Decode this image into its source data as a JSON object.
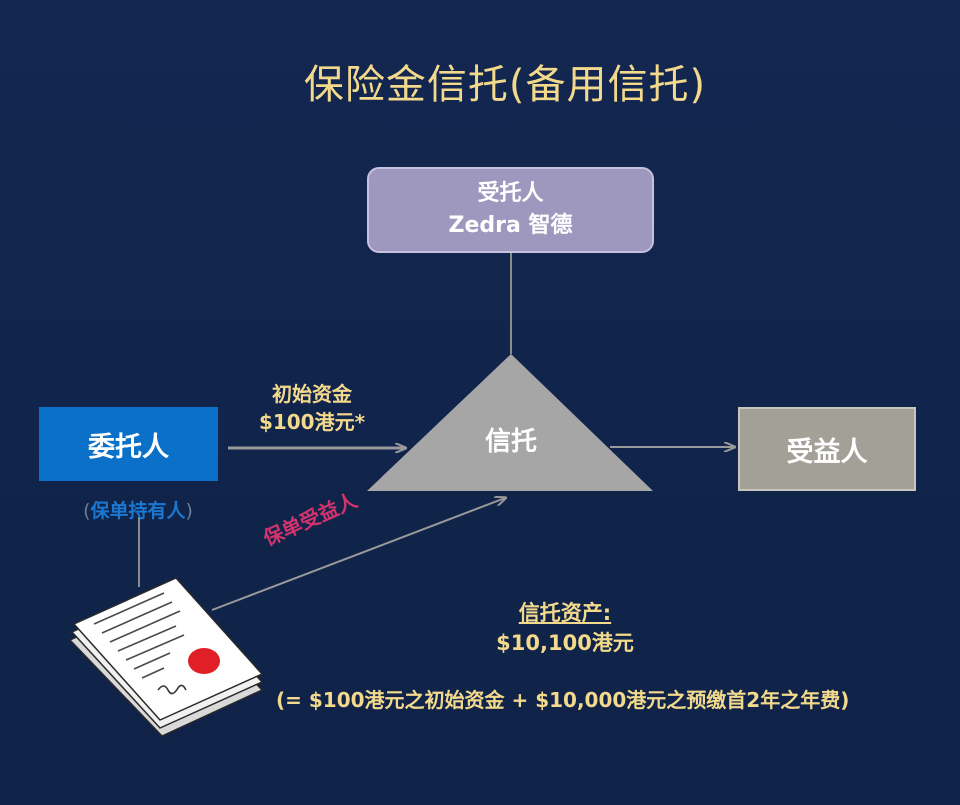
{
  "title": "保险金信托(备用信托)",
  "trustee": {
    "line1": "受托人",
    "line2": "Zedra 智德"
  },
  "trust": {
    "label": "信托"
  },
  "settlor": {
    "label": "委托人",
    "paren_open": "(",
    "sub_label": "保单持有人",
    "paren_close": ")"
  },
  "beneficiary": {
    "label": "受益人"
  },
  "initial_fund": {
    "line1": "初始资金",
    "line2": "$100港元*"
  },
  "policy_beneficiary": {
    "label": "保单受益人"
  },
  "trust_assets": {
    "label": "信托资产:",
    "value": "$10,100港元"
  },
  "formula": "(= $100港元之初始资金 + $10,000港元之预缴首2年之年费)",
  "colors": {
    "background": "#12254a",
    "title": "#f3d98c",
    "trustee_box": "#9f98be",
    "settlor_box": "#0b71c8",
    "beneficiary_box": "#a3a098",
    "trust_triangle": "#a6a6a6",
    "policy_beneficiary_text": "#d3336c"
  },
  "icons": {
    "policy_document": "policy-document-icon"
  }
}
